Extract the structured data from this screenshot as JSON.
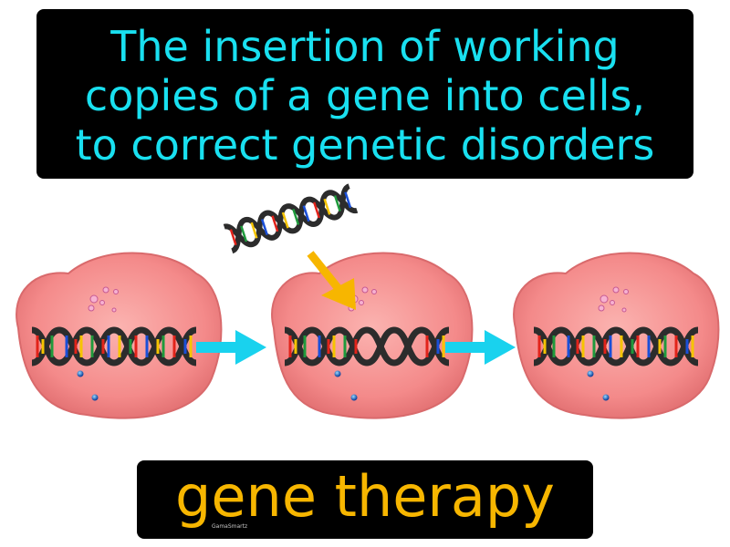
{
  "definition": {
    "lines": [
      "The insertion of working",
      "copies of a gene into cells,",
      "to correct genetic disorders"
    ]
  },
  "term": "gene therapy",
  "watermark": "GamaSmartz",
  "colors": {
    "definition_text": "#19e0f0",
    "term_text": "#f7b600",
    "cell_fill": "#f48a8a",
    "arrow_cyan": "#19d2ee",
    "arrow_orange": "#f7b600",
    "box_background": "#000000"
  },
  "icons": [
    "cell-icon",
    "dna-helix-icon",
    "arrow-right-icon",
    "arrow-down-icon"
  ]
}
